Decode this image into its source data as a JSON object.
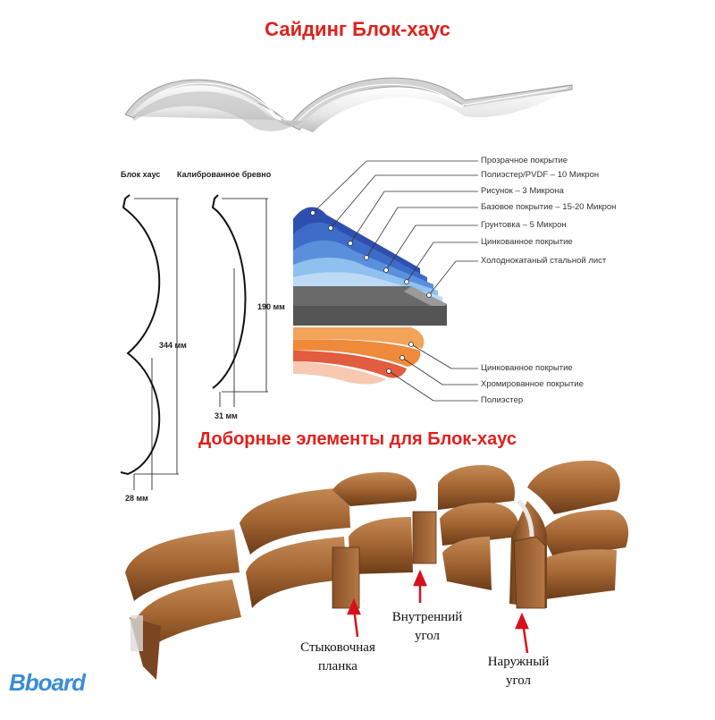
{
  "title_main": "Сайдинг Блок-хаус",
  "title_sub": "Доборные элементы для Блок-хаус",
  "profiles": {
    "blockhouse_label": "Блок хаус",
    "log_label": "Калиброванное бревно",
    "height_blockhouse": "344 мм",
    "height_log": "190 мм",
    "depth_blockhouse": "28 мм",
    "depth_log": "31 мм"
  },
  "layers_top": [
    "Прозрачное покрытие",
    "Полиэстер/PVDF – 10 Микрон",
    "Рисунок – 3 Микрона",
    "Базовое покрытие – 15-20 Микрон",
    "Грунтовка – 5 Микрон",
    "Цинкованное покрытие",
    "Холоднокатаный стальной лист"
  ],
  "layers_bottom": [
    "Цинкованное покрытие",
    "Хромированное покрытие",
    "Полиэстер"
  ],
  "elements": {
    "joint_line1": "Стыковочная",
    "joint_line2": "планка",
    "inner_line1": "Внутренний",
    "inner_line2": "угол",
    "outer_line1": "Наружный",
    "outer_line2": "угол"
  },
  "watermark": "Bboard",
  "colors": {
    "title": "#e0201b",
    "arrow": "#d8101a",
    "wood": "#9c5f30",
    "layer_blue_dark": "#2f4fae",
    "layer_blue_light": "#8fc0ee",
    "steel": "#6a6a6a",
    "layer_orange": "#ef8a3a"
  }
}
